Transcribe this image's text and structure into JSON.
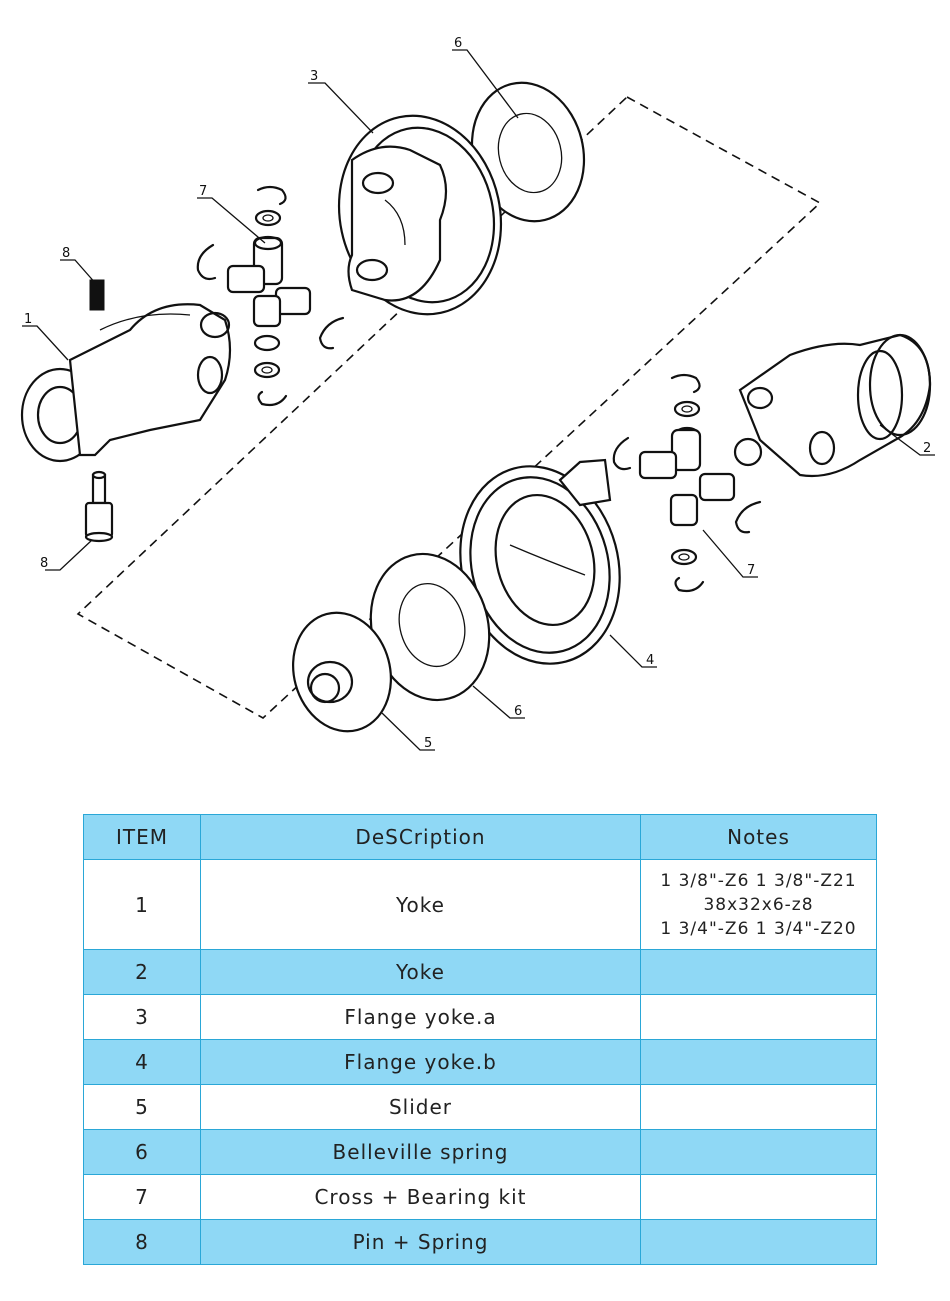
{
  "callouts": [
    {
      "id": "c1",
      "label": "1"
    },
    {
      "id": "c2",
      "label": "2"
    },
    {
      "id": "c3",
      "label": "3"
    },
    {
      "id": "c4",
      "label": "4"
    },
    {
      "id": "c5",
      "label": "5"
    },
    {
      "id": "c6a",
      "label": "6"
    },
    {
      "id": "c6b",
      "label": "6"
    },
    {
      "id": "c7a",
      "label": "7"
    },
    {
      "id": "c7b",
      "label": "7"
    },
    {
      "id": "c8a",
      "label": "8"
    },
    {
      "id": "c8b",
      "label": "8"
    }
  ],
  "table": {
    "headers": {
      "item": "ITEM",
      "description": "DeSCription",
      "notes": "Notes"
    },
    "rows": [
      {
        "item": "1",
        "description": "Yoke",
        "notes": [
          "1 3/8\"-Z6  1 3/8\"-Z21",
          "38x32x6-z8",
          "1 3/4\"-Z6  1 3/4\"-Z20"
        ]
      },
      {
        "item": "2",
        "description": "Yoke",
        "notes": []
      },
      {
        "item": "3",
        "description": "Flange yoke.a",
        "notes": []
      },
      {
        "item": "4",
        "description": "Flange yoke.b",
        "notes": []
      },
      {
        "item": "5",
        "description": "Slider",
        "notes": []
      },
      {
        "item": "6",
        "description": "Belleville spring",
        "notes": []
      },
      {
        "item": "7",
        "description": "Cross + Bearing kit",
        "notes": []
      },
      {
        "item": "8",
        "description": "Pin + Spring",
        "notes": []
      }
    ]
  }
}
